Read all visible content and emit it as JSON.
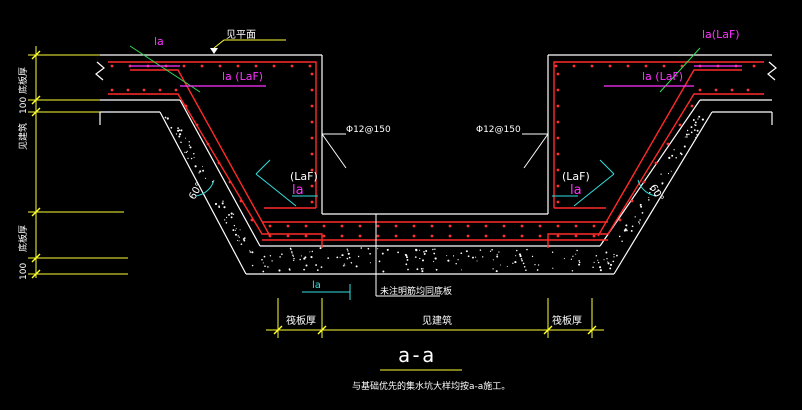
{
  "colors": {
    "background": "#000000",
    "outline": "#ffffff",
    "rebar": "#ff2a2a",
    "rebar_dots": "#ff3030",
    "dimension": "#ffff33",
    "leader_cyan": "#33e0e0",
    "leader_magenta": "#ff33ff",
    "leader_green": "#33dd55",
    "text": "#ffffff"
  },
  "labels": {
    "slab_top_note": "见平面",
    "anchor_la_left": "la",
    "anchor_la_laf_left": "la (LaF)",
    "anchor_la_laf_right_top": "la(LaF)",
    "anchor_la_laf_right": "la (LaF)",
    "rebar_left": "Φ12@150",
    "rebar_right": "Φ12@150",
    "laf_left": "(LaF)",
    "la_left": "la",
    "laf_right": "(LaF)",
    "la_right": "la",
    "angle_left": "60°",
    "angle_right": "60°",
    "dim_left_slab": "底板厚",
    "dim_left_100_top": "100",
    "dim_left_depth": "见建筑",
    "dim_left_pit_slab": "底板厚",
    "dim_left_100_bottom": "100",
    "bottom_la": "la",
    "note_bottom": "未注明筋均同底板",
    "dim_bottom_left": "筏板厚",
    "dim_bottom_mid": "见建筑",
    "dim_bottom_right": "筏板厚",
    "section_title": "a-a",
    "footnote": "与基础优先的集水坑大样均按a-a施工。"
  }
}
